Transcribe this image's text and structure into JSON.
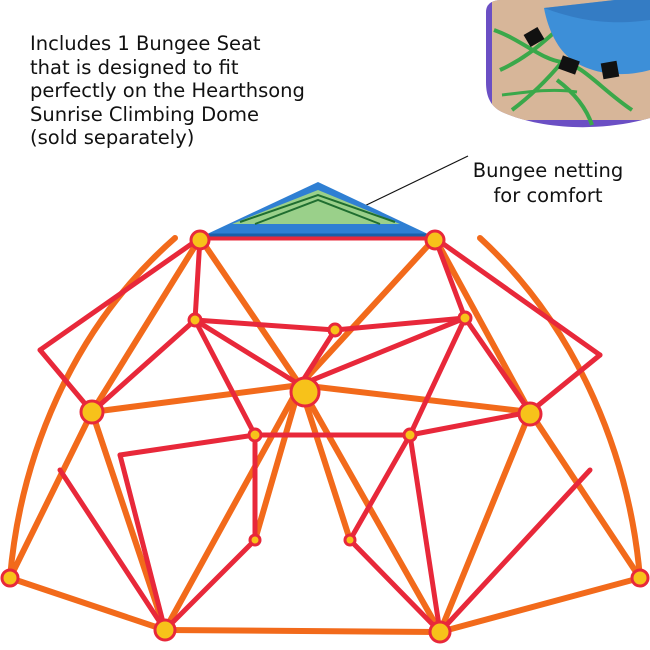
{
  "caption_main": {
    "lines": [
      "Includes 1 Bungee Seat",
      "that is designed to fit",
      "perfectly on the Hearthsong",
      "Sunrise Climbing Dome",
      "(sold separately)"
    ]
  },
  "caption_side": {
    "lines": [
      "Bungee netting",
      "for comfort"
    ]
  },
  "colors": {
    "frame_red": "#e8283a",
    "frame_orange": "#f26a1b",
    "seat_blue": "#2f7fd3",
    "netting_green": "#3aa84a",
    "inset_border": "#6b4fc4",
    "hub_yellow": "#f7c21a"
  }
}
